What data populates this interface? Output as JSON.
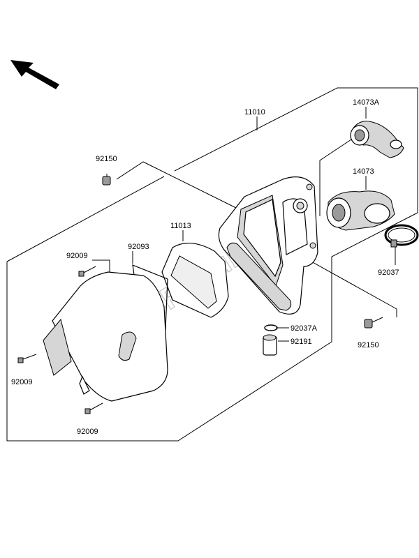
{
  "labels": {
    "p11010": "11010",
    "p14073A": "14073A",
    "p14073": "14073",
    "p92150_top": "92150",
    "p11013": "11013",
    "p92009_top": "92009",
    "p92093": "92093",
    "p92037": "92037",
    "p92037A": "92037A",
    "p92191": "92191",
    "p92150_right": "92150",
    "p92009_left": "92009",
    "p92009_bottom": "92009"
  },
  "watermark": "PartsRepublik",
  "icons": {
    "direction_arrow": "arrow-up-left-icon"
  }
}
